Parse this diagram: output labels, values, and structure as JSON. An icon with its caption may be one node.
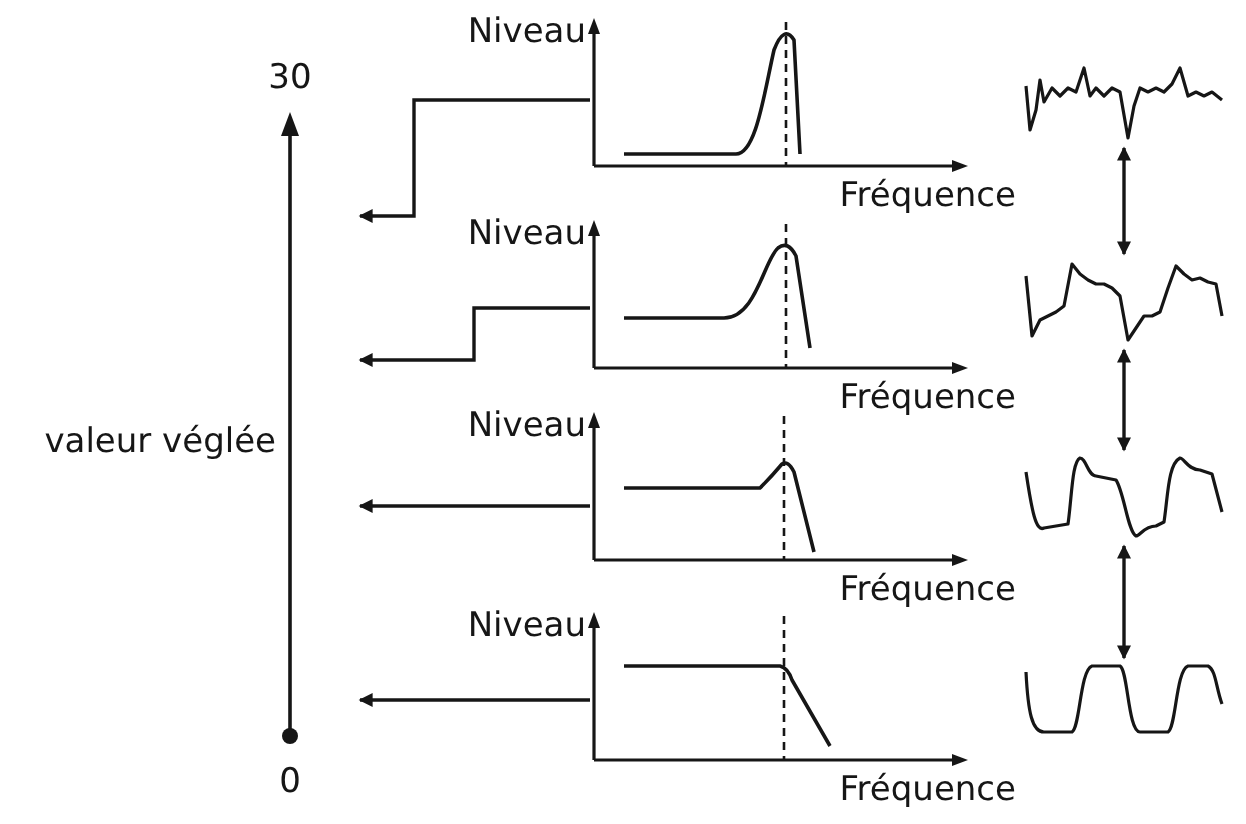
{
  "diagram": {
    "nodes": [
      {
        "text": [
          "Niveau",
          "Fréquence"
        ]
      },
      {
        "text": [],
        "shape": "picture"
      },
      {
        "text": [
          "Niveau",
          "Fréquence"
        ]
      },
      {
        "text": [],
        "shape": "picture"
      },
      {
        "text": [
          "Niveau",
          "Fréquence"
        ]
      },
      {
        "text": [],
        "shape": "picture"
      },
      {
        "text": [
          "Niveau",
          "Fréquence"
        ]
      },
      {
        "text": [],
        "shape": "picture"
      }
    ],
    "edges": [
      {
        "from": 0,
        "to": null,
        "arrow": "to"
      },
      {
        "from": 1,
        "to": 3,
        "arrow": "both"
      },
      {
        "from": 2,
        "to": null,
        "arrow": "to"
      },
      {
        "from": 3,
        "to": 5,
        "arrow": "both"
      },
      {
        "from": 4,
        "to": null,
        "arrow": "to"
      },
      {
        "from": 5,
        "to": 7,
        "arrow": "both"
      },
      {
        "from": 6,
        "to": null,
        "arrow": "to"
      }
    ],
    "labels": [
      "30",
      "valeur véglée",
      "0"
    ]
  }
}
